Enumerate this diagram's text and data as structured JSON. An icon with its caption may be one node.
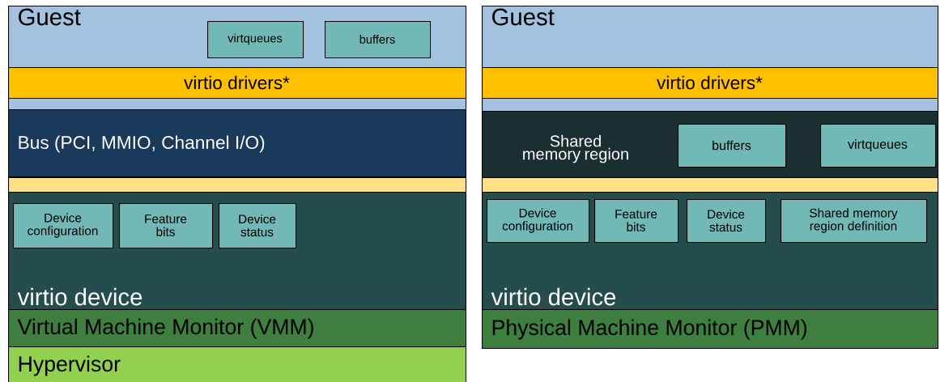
{
  "diagram": {
    "nodes": [
      {
        "text": [
          "Guest"
        ]
      },
      {
        "text": [
          "virtqueues"
        ],
        "in": 0
      },
      {
        "text": [
          "buffers"
        ],
        "in": 0
      },
      {
        "text": [
          "virtio drivers*"
        ],
        "in": 0
      },
      {
        "text": [
          "Bus (PCI, MMIO, Channel I/O)"
        ]
      },
      {
        "text": [],
        "shape": "bar"
      },
      {
        "text": [
          "virtio device"
        ]
      },
      {
        "text": [
          "Device configuration"
        ],
        "in": 6
      },
      {
        "text": [
          "Feature bits"
        ],
        "in": 6
      },
      {
        "text": [
          "Device status"
        ],
        "in": 6
      },
      {
        "text": [
          "Virtual Machine Monitor (VMM)"
        ]
      },
      {
        "text": [
          "Hypervisor"
        ]
      },
      {
        "text": [
          "Guest"
        ]
      },
      {
        "text": [
          "virtio drivers*"
        ],
        "in": 12
      },
      {
        "text": [
          "Shared memory region"
        ]
      },
      {
        "text": [
          "buffers"
        ],
        "in": 14
      },
      {
        "text": [
          "virtqueues"
        ],
        "in": 14
      },
      {
        "text": [],
        "shape": "bar"
      },
      {
        "text": [
          "virtio device"
        ]
      },
      {
        "text": [
          "Device configuration"
        ],
        "in": 18
      },
      {
        "text": [
          "Feature bits"
        ],
        "in": 18
      },
      {
        "text": [
          "Device status"
        ],
        "in": 18
      },
      {
        "text": [
          "Shared memory region definition"
        ],
        "in": 18
      },
      {
        "text": [
          "Physical Machine Monitor (PMM)"
        ]
      }
    ]
  }
}
